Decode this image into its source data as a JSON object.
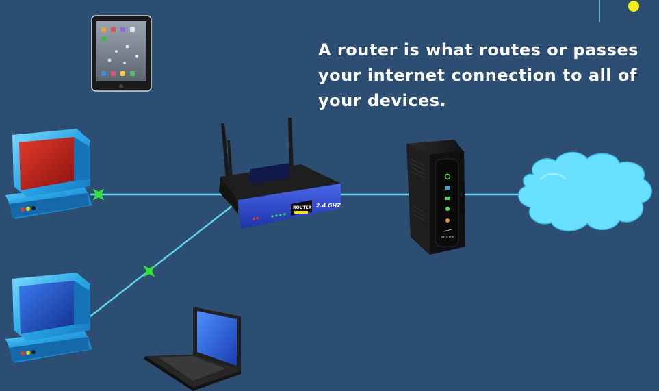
{
  "caption": "A router is what routes or passes your internet connection to all of your devices.",
  "router": {
    "label": "ROUTER",
    "band": "2.4 GHZ"
  },
  "modem": {
    "label": "MODEM"
  },
  "colors": {
    "background": "#2d4e73",
    "link": "#5fd4f0",
    "wireless_marker": "#39e03a",
    "indicator_dot": "#f6ee1b",
    "router_front": "#2d47c9"
  },
  "icons": [
    "tablet-icon",
    "desktop-computer-icon",
    "laptop-icon",
    "router-icon",
    "modem-icon",
    "cloud-icon",
    "wireless-marker-icon"
  ]
}
